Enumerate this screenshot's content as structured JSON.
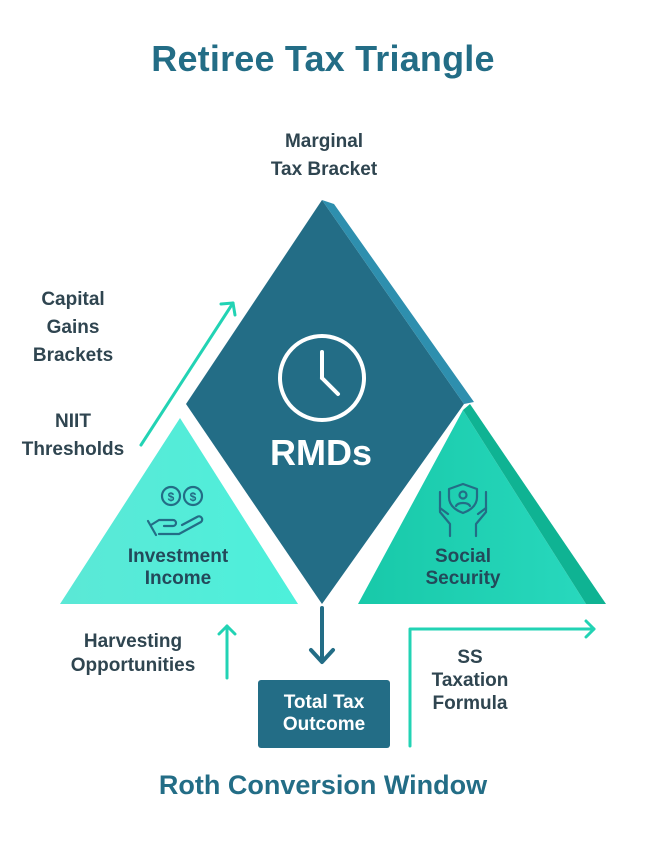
{
  "title": "Retiree Tax Triangle",
  "center": {
    "label": "RMDs",
    "icon": "clock-icon"
  },
  "left_triangle": {
    "label": "Investment\nIncome",
    "icon": "money-hand-icon"
  },
  "right_triangle": {
    "label": "Social\nSecurity",
    "icon": "protected-person-icon"
  },
  "labels": {
    "marginal": "Marginal\nTax Bracket",
    "capital_gains": "Capital\nGains\nBrackets",
    "niit": "NIIT\nThresholds",
    "harvesting": "Harvesting\nOpportunities",
    "ss_taxation": "SS\nTaxation\nFormula"
  },
  "outcome_box": "Total Tax\nOutcome",
  "bottom_label": "Roth Conversion Window",
  "colors": {
    "teal_dark": "#236d86",
    "teal_light": "#4ee9d7",
    "teal_green": "#1fd3b3",
    "arrow": "#22d3b4",
    "text": "#2f4550"
  }
}
